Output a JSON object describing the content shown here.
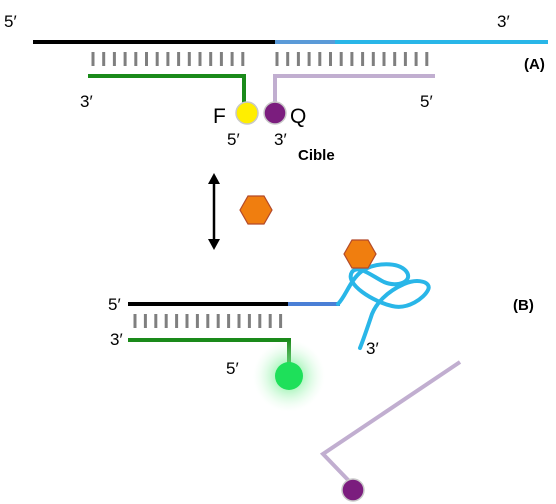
{
  "panel_a": {
    "label": "(A)",
    "top_strand_5": "5′",
    "top_strand_3": "3′",
    "fluor_strand_3": "3′",
    "fluor_strand_5": "5′",
    "quencher_strand_3": "3′",
    "quencher_strand_5": "5′",
    "fluorophore_letter": "F",
    "quencher_letter": "Q",
    "target_label": "Cible"
  },
  "panel_b": {
    "label": "(B)",
    "top_strand_5": "5′",
    "fluor_strand_3": "3′",
    "fluor_strand_5": "5′",
    "coil_end_3": "3′"
  },
  "colors": {
    "black_strand": "#000000",
    "target_cyan": "#29b6e8",
    "target_blue": "#4a7fd6",
    "fluor_strand_green": "#1a8a1a",
    "quencher_strand_lilac": "#c1aed0",
    "fluorophore_yellow": "#ffee00",
    "quencher_purple": "#7b1d7e",
    "emission_green": "#1ee05a",
    "hexagon_orange": "#f07e0f",
    "base_pair_gray": "#7f7f7f"
  },
  "icons": [
    "double-arrow-icon",
    "hexagon-ligand-icon",
    "glowing-fluorophore-icon"
  ]
}
